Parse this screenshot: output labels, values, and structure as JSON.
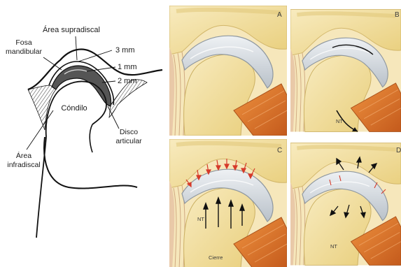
{
  "left_diagram": {
    "labels": {
      "area_supradiscal": "Área supradiscal",
      "fosa_line1": "Fosa",
      "fosa_line2": "mandibular",
      "mm3": "3 mm",
      "mm1": "1 mm",
      "mm2": "2 mm",
      "condilo": "Cóndilo",
      "disco_line1": "Disco",
      "disco_line2": "articular",
      "area_infra_line1": "Área",
      "area_infra_line2": "infradiscal"
    }
  },
  "panels": [
    {
      "letter": "A",
      "notes": []
    },
    {
      "letter": "B",
      "notes": [
        "NT"
      ]
    },
    {
      "letter": "C",
      "notes": [
        "NT",
        "Cierre"
      ]
    },
    {
      "letter": "D",
      "notes": [
        "NT"
      ]
    }
  ],
  "colors": {
    "bone": "#f2dc93",
    "bone_light": "#f7e9b8",
    "bone_edge": "#d9bf6e",
    "muscle": "#e2792a",
    "muscle_dark": "#b9521a",
    "disc": "#d6dbe0",
    "arrow_red": "#d63a2a",
    "panel_bg": "#f6e7bb"
  }
}
